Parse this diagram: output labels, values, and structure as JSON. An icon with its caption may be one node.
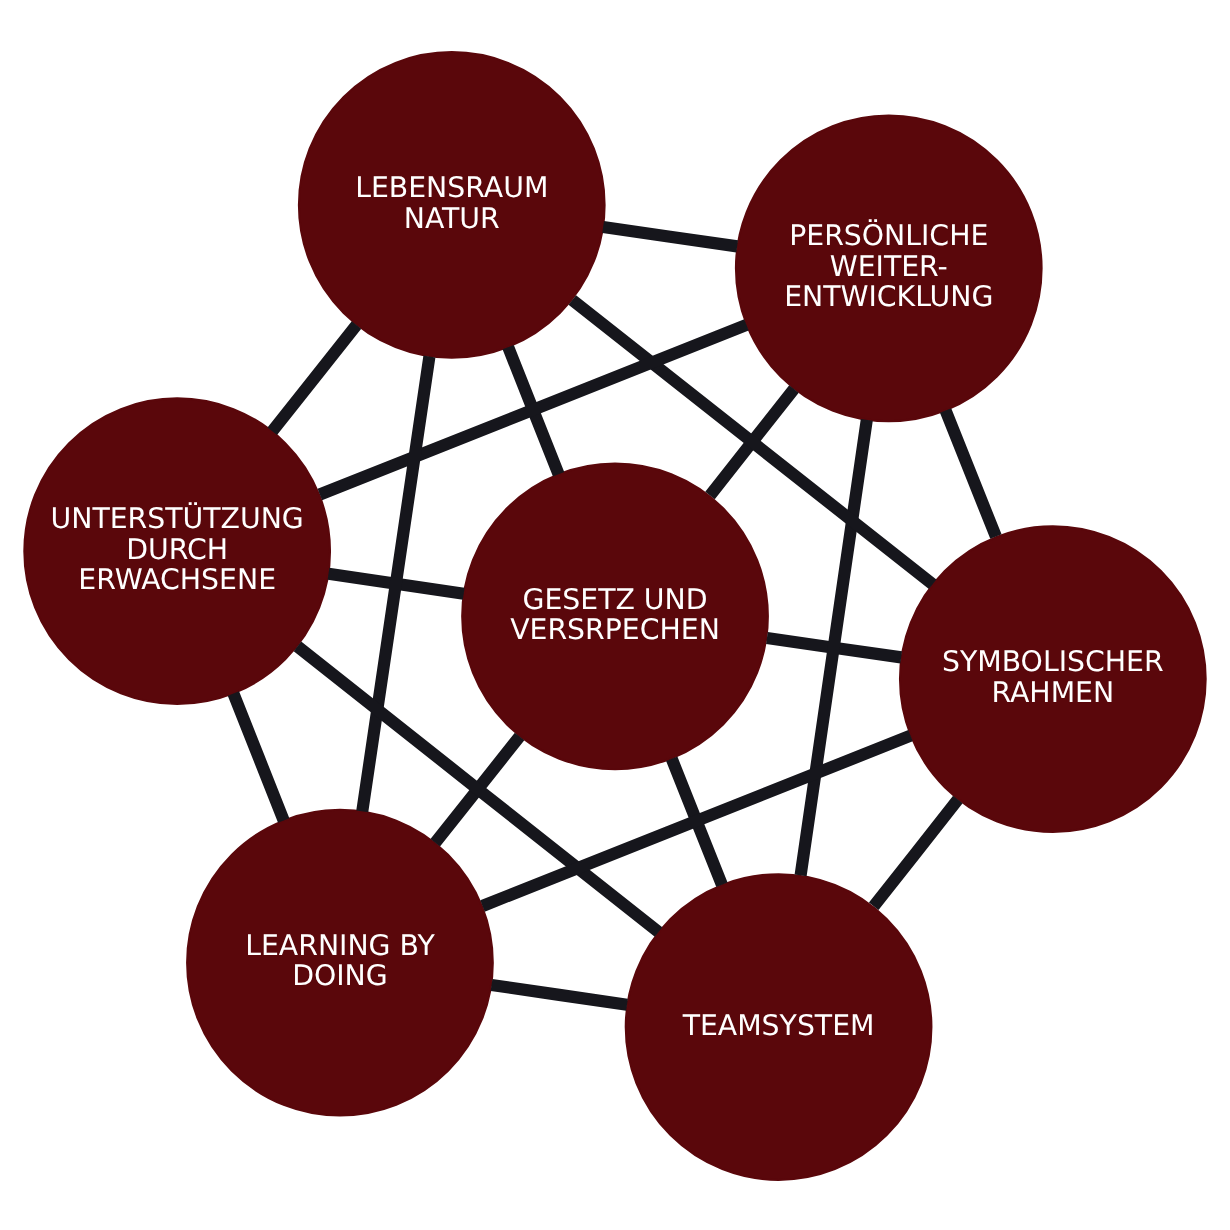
{
  "diagram": {
    "nodes": [
      {
        "text": [
          "GESETZ UND VERSRPECHEN"
        ]
      },
      {
        "text": [
          "TEAMSYSTEM"
        ]
      },
      {
        "text": [
          "SYMBOLISCHER RAHMEN"
        ]
      },
      {
        "text": [
          "PERSÖNLICHE WEITER- ENTWICKLUNG"
        ]
      },
      {
        "text": [
          "LEBENSRAUM NATUR"
        ]
      },
      {
        "text": [
          "UNTERSTÜTZUNG DURCH ERWACHSENE"
        ]
      },
      {
        "text": [
          "LEARNING BY DOING"
        ]
      }
    ],
    "edges": [
      {
        "from": 1,
        "to": 2,
        "arrow": "none"
      },
      {
        "from": 2,
        "to": 3,
        "arrow": "none"
      },
      {
        "from": 3,
        "to": 4,
        "arrow": "none"
      },
      {
        "from": 4,
        "to": 5,
        "arrow": "none"
      },
      {
        "from": 5,
        "to": 6,
        "arrow": "none"
      },
      {
        "from": 6,
        "to": 1,
        "arrow": "none"
      },
      {
        "from": 1,
        "to": 3,
        "arrow": "none"
      },
      {
        "from": 3,
        "to": 5,
        "arrow": "none"
      },
      {
        "from": 5,
        "to": 1,
        "arrow": "none"
      },
      {
        "from": 2,
        "to": 4,
        "arrow": "none"
      },
      {
        "from": 4,
        "to": 6,
        "arrow": "none"
      },
      {
        "from": 6,
        "to": 2,
        "arrow": "none"
      },
      {
        "from": 0,
        "to": 1,
        "arrow": "none"
      },
      {
        "from": 0,
        "to": 2,
        "arrow": "none"
      },
      {
        "from": 0,
        "to": 3,
        "arrow": "none"
      },
      {
        "from": 0,
        "to": 4,
        "arrow": "none"
      },
      {
        "from": 0,
        "to": 5,
        "arrow": "none"
      },
      {
        "from": 0,
        "to": 6,
        "arrow": "none"
      }
    ]
  }
}
